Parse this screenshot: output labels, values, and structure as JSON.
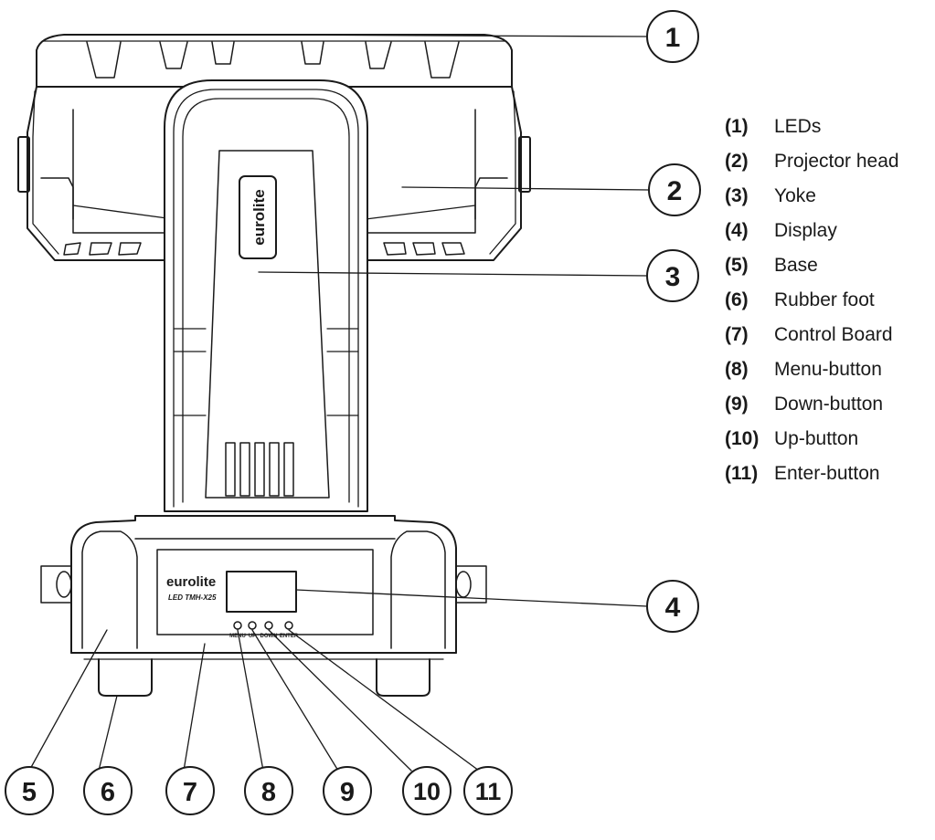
{
  "diagram": {
    "logo_yoke": "eurolite",
    "logo_front": "eurolite",
    "model_text": "LED TMH-X25",
    "panel_buttons": [
      "MENU",
      "UP",
      "DOWN",
      "ENTER"
    ]
  },
  "callouts": [
    "1",
    "2",
    "3",
    "4",
    "5",
    "6",
    "7",
    "8",
    "9",
    "10",
    "11"
  ],
  "legend": {
    "items": [
      {
        "num": "(1)",
        "label": "LEDs"
      },
      {
        "num": "(2)",
        "label": "Projector head"
      },
      {
        "num": "(3)",
        "label": "Yoke"
      },
      {
        "num": "(4)",
        "label": "Display"
      },
      {
        "num": "(5)",
        "label": "Base"
      },
      {
        "num": "(6)",
        "label": "Rubber foot"
      },
      {
        "num": "(7)",
        "label": "Control Board"
      },
      {
        "num": "(8)",
        "label": "Menu-button"
      },
      {
        "num": "(9)",
        "label": "Down-button"
      },
      {
        "num": "(10)",
        "label": "Up-button"
      },
      {
        "num": "(11)",
        "label": "Enter-button"
      }
    ]
  }
}
